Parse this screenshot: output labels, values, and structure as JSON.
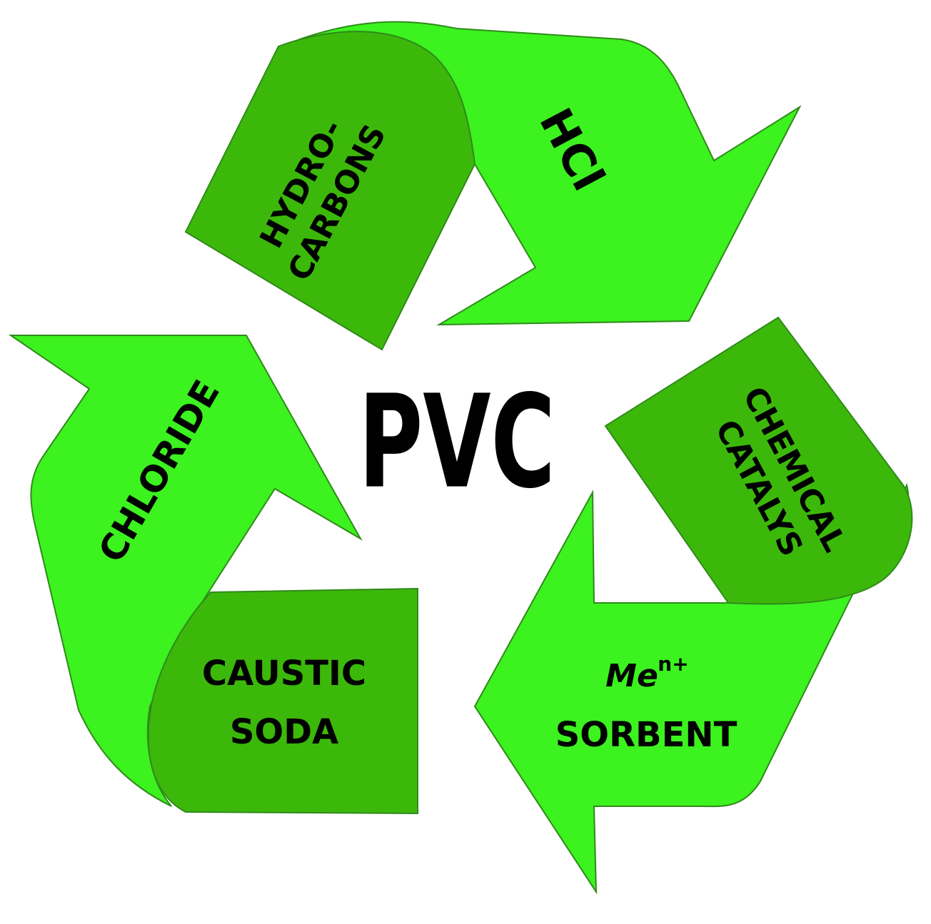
{
  "center_label": "PVC",
  "colors": {
    "bright_green": "#3cf21f",
    "dark_green": "#3cb80a",
    "outline": "#2f8a1a",
    "text": "#000000",
    "background": "#ffffff"
  },
  "arrows": {
    "top": {
      "panel_label_line1": "HYDRO-",
      "panel_label_line2": "CARBONS",
      "head_label": "HCl"
    },
    "right": {
      "panel_label_line1": "CHEMICAL",
      "panel_label_line2": "CATALYS",
      "head_label_main": "Me",
      "head_label_sup": "n+",
      "head_label_line2": "SORBENT"
    },
    "left": {
      "panel_label_line1": "CAUSTIC",
      "panel_label_line2": "SODA",
      "head_label": "CHLORIDE"
    }
  }
}
